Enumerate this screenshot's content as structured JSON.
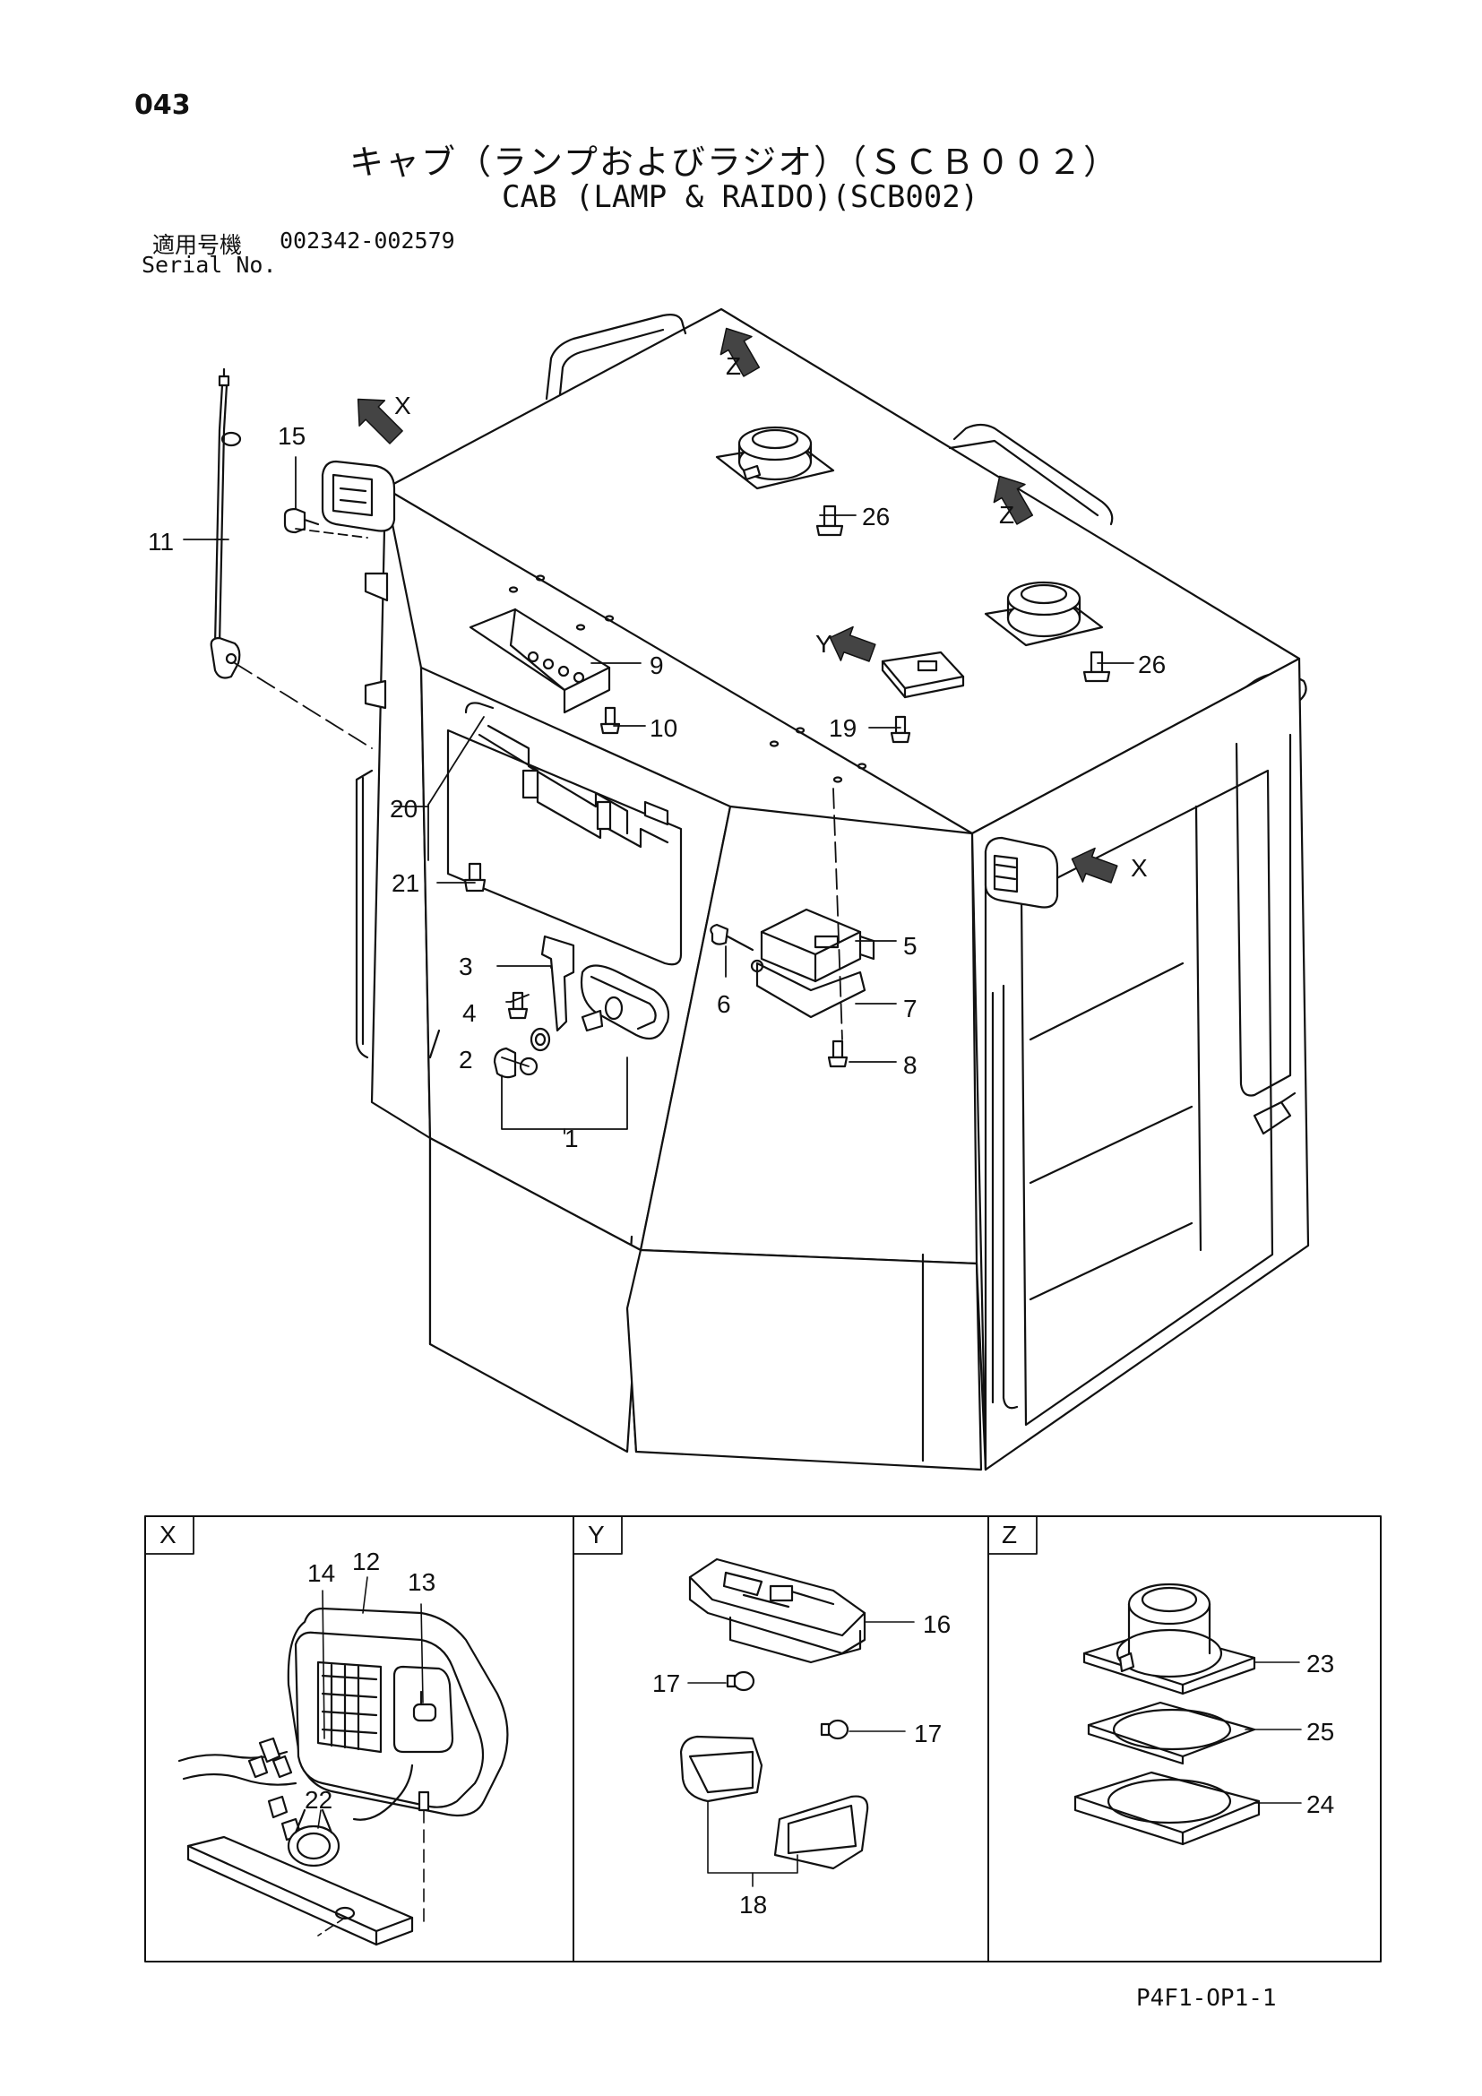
{
  "header": {
    "page_number": "043",
    "title_jp": "キャブ（ランプおよびラジオ）（ＳＣＢ００２）",
    "title_en": "CAB (LAMP & RAIDO)(SCB002)",
    "serial_label_jp": "適用号機",
    "serial_range": "002342-002579",
    "serial_label_en": "Serial No."
  },
  "callouts": {
    "c1": "1",
    "c2": "2",
    "c3": "3",
    "c4": "4",
    "c5": "5",
    "c6": "6",
    "c7": "7",
    "c8": "8",
    "c9": "9",
    "c10": "10",
    "c11": "11",
    "c12": "12",
    "c13": "13",
    "c14": "14",
    "c15": "15",
    "c16": "16",
    "c17": "17",
    "c18": "18",
    "c19": "19",
    "c20": "20",
    "c21": "21",
    "c22": "22",
    "c23": "23",
    "c24": "24",
    "c25": "25",
    "c26": "26"
  },
  "view_markers": {
    "x": "X",
    "y": "Y",
    "z": "Z"
  },
  "detail_panels": {
    "x_label": "X",
    "y_label": "Y",
    "z_label": "Z"
  },
  "footer": {
    "code": "P4F1-OP1-1"
  }
}
